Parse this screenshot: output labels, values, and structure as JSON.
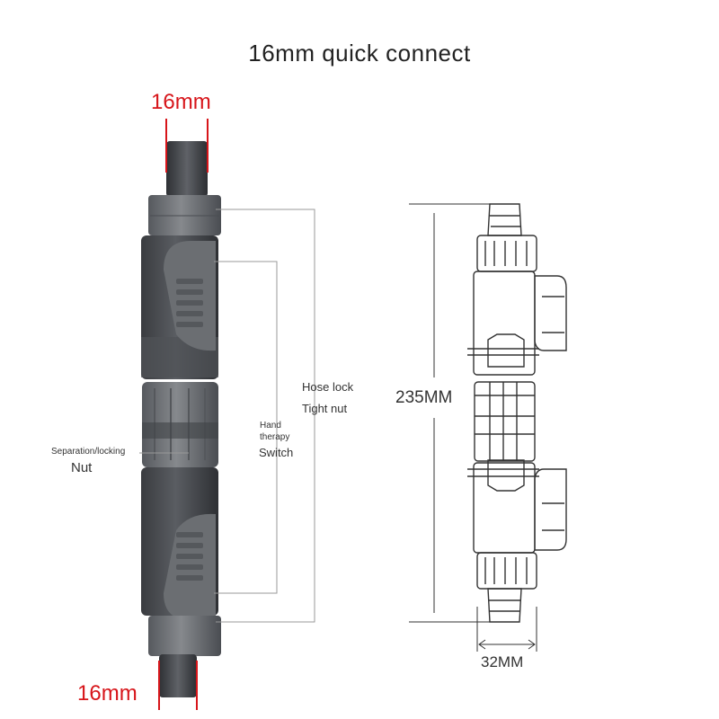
{
  "title": "16mm quick connect",
  "top_hose_size": "16mm",
  "bottom_hose_size": "16mm",
  "labels": {
    "hose_lock": "Hose lock",
    "tight_nut": "Tight nut",
    "hand_therapy_line1": "Hand",
    "hand_therapy_line2": "therapy",
    "switch": "Switch",
    "separation_locking": "Separation/locking",
    "nut": "Nut"
  },
  "dimensions": {
    "height": "235MM",
    "width": "32MM"
  },
  "colors": {
    "accent_red": "#d7151a",
    "body_dark": "#4a4d52",
    "nut_gray": "#6f7276",
    "line_art": "#333333"
  }
}
